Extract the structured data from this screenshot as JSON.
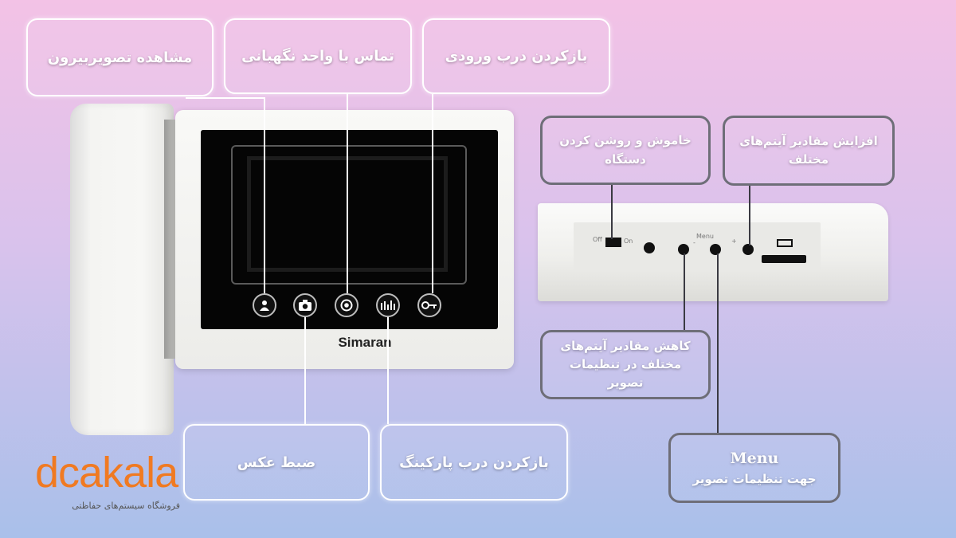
{
  "labels": {
    "view_outside": "مشاهده تصویربیرون",
    "call_guard": "تماس با واحد نگهبانی",
    "open_entrance": "بازکردن درب ورودی",
    "capture_photo": "ضبط عکس",
    "open_parking": "بازکردن درب پارکینگ",
    "power_on_off": "خاموش و روشن کردن دستگاه",
    "increase_values": "افزایش مقادیر آیتم‌های مختلف",
    "decrease_values": "کاهش مقادیر آیتم‌های مختلف در تنظیمات تصویر",
    "menu_title": "Menu",
    "menu_desc": "جهت تنظیمات تصویر"
  },
  "device": {
    "brand": "Simaran",
    "switch_on": "On",
    "switch_off": "Off",
    "port_menu": "Menu",
    "plus": "+",
    "minus": "-"
  },
  "logo": {
    "name": "dcakala",
    "tagline": "فروشگاه سیستم‌های حفاظتی",
    "color": "#f07a22"
  },
  "icons": [
    "person-icon",
    "camera-icon",
    "target-icon",
    "intercom-icon",
    "key-icon"
  ]
}
